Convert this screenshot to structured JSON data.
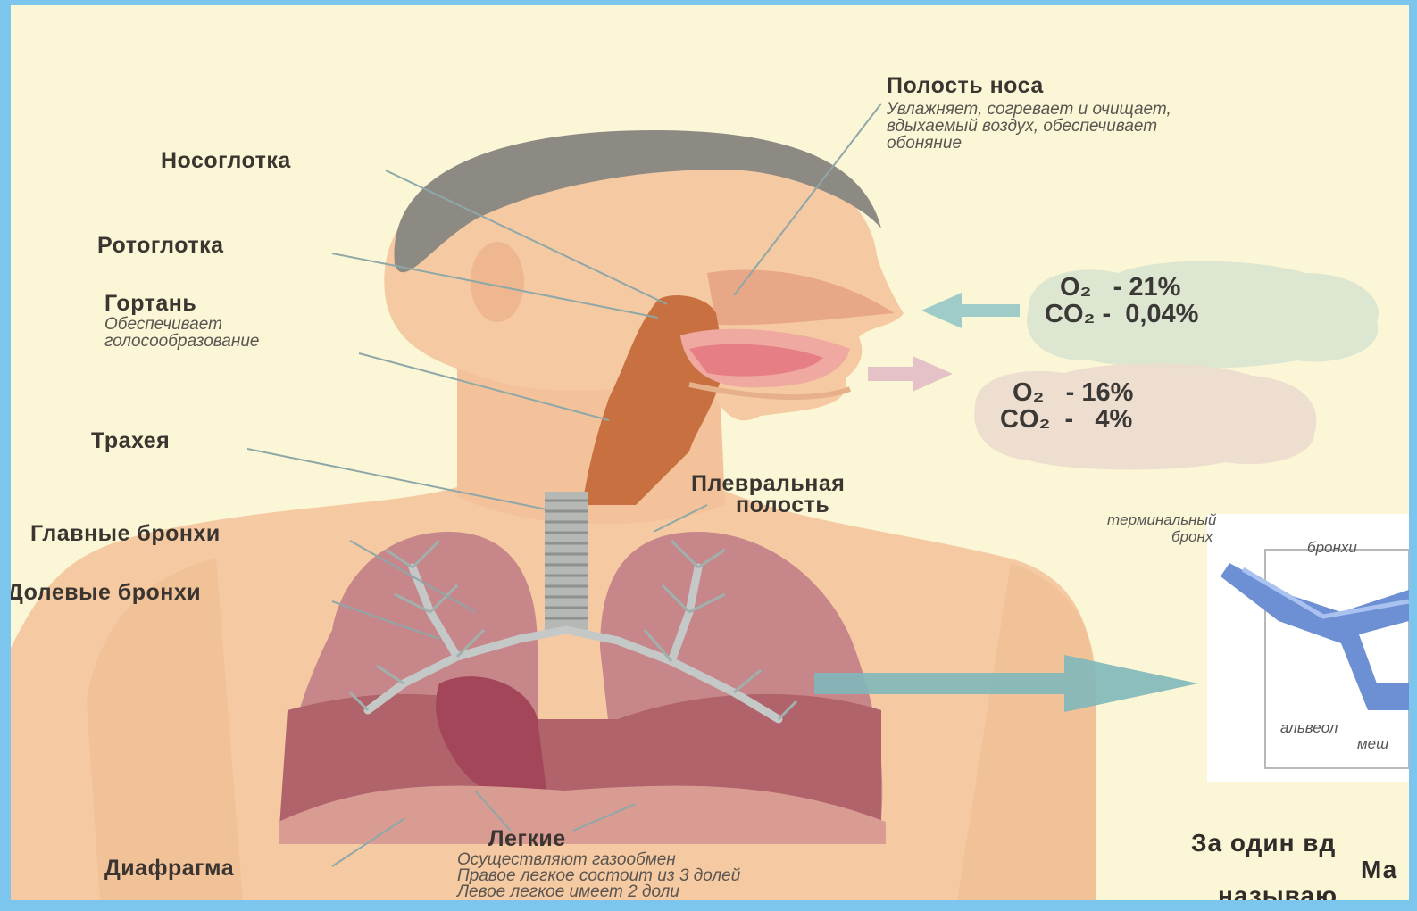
{
  "labels": {
    "nasal_cavity": "Полость носа",
    "nasal_cavity_note": [
      "Увлажняет, согревает и очищает,",
      "вдыхаемый воздух, обеспечивает",
      "обоняние"
    ],
    "nasopharynx": "Носоглотка",
    "oropharynx": "Ротоглотка",
    "larynx": "Гортань",
    "larynx_note": [
      "Обеспечивает",
      "голосообразование"
    ],
    "trachea": "Трахея",
    "pleural_cavity": [
      "Плевральная",
      "полость"
    ],
    "main_bronchi": "Главные бронхи",
    "lobar_bronchi": "Долевые бронхи",
    "lungs": "Легкие",
    "lungs_note": [
      "Осуществляют газообмен",
      "Правое легкое состоит из 3 долей",
      "Левое легкое имеет 2 доли"
    ],
    "diaphragm": "Диафрагма"
  },
  "inhaled": {
    "o2": "O₂   - 21%",
    "co2": "CO₂ -  0,04%"
  },
  "exhaled": {
    "o2": "O₂   - 16%",
    "co2": "CO₂  -   4%"
  },
  "inset": {
    "terminal_bronchus": [
      "терминальный",
      "бронх"
    ],
    "bronchiole": "бронхи",
    "alveolar": [
      "альвеол",
      "меш"
    ]
  },
  "footer": {
    "line1": "За один вд",
    "line2": "Ма",
    "line3": "называю"
  },
  "colors": {
    "border": "#7cc6ee",
    "background": "#fbf6d6",
    "skin": "#f5c9a1",
    "hair": "#8d8a83",
    "lung": "#b0636a",
    "arrow": "#7fb8bb"
  }
}
